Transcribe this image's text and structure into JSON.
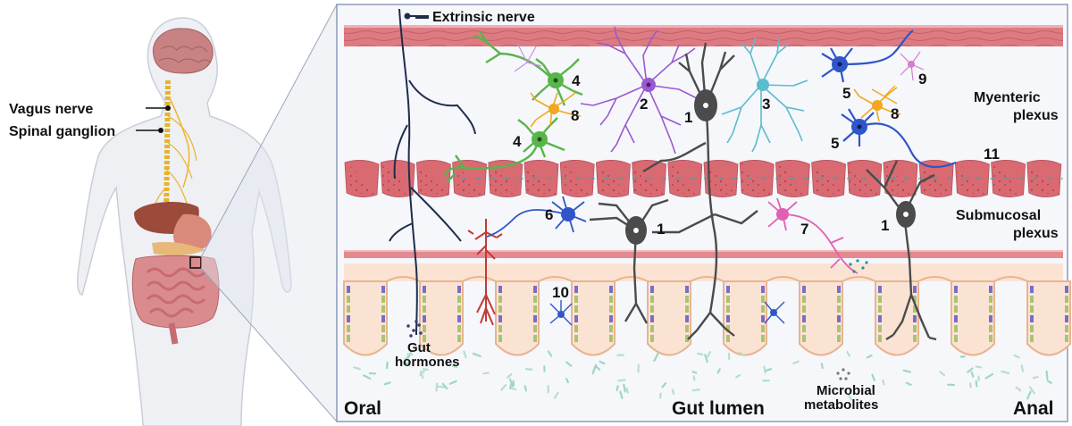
{
  "body_labels": {
    "vagus": "Vagus nerve",
    "spinal": "Spinal ganglion"
  },
  "panel_labels": {
    "extrinsic": "Extrinsic nerve",
    "myenteric_1": "Myenteric",
    "myenteric_2": "plexus",
    "submucosal_1": "Submucosal",
    "submucosal_2": "plexus",
    "gut_hormones_1": "Gut",
    "gut_hormones_2": "hormones",
    "microbial_1": "Microbial",
    "microbial_2": "metabolites",
    "oral": "Oral",
    "gut_lumen": "Gut lumen",
    "anal": "Anal"
  },
  "neuron_numbers": {
    "n4a": "4",
    "n8a": "8",
    "n4b": "4",
    "n2": "2",
    "n1a": "1",
    "n3": "3",
    "n5a": "5",
    "n9": "9",
    "n8b": "8",
    "n5b": "5",
    "n11": "11",
    "n6": "6",
    "n1b": "1",
    "n7": "7",
    "n1c": "1",
    "n10": "10"
  },
  "colors": {
    "muscle": "#d96a72",
    "muscle_light": "#efb0b4",
    "mucosa": "#fbe3d4",
    "villus_edge": "#e9b48e",
    "panel_bg": "#f5f7fb",
    "nerve_dark": "#1f2d4a",
    "neuron_gray": "#4b4b4b",
    "green": "#58b54a",
    "purple": "#9b59d0",
    "cyan": "#5bbccc",
    "blue": "#2f55c8",
    "orange": "#f2a81d",
    "pink": "#e060b4",
    "red": "#c23b34"
  }
}
